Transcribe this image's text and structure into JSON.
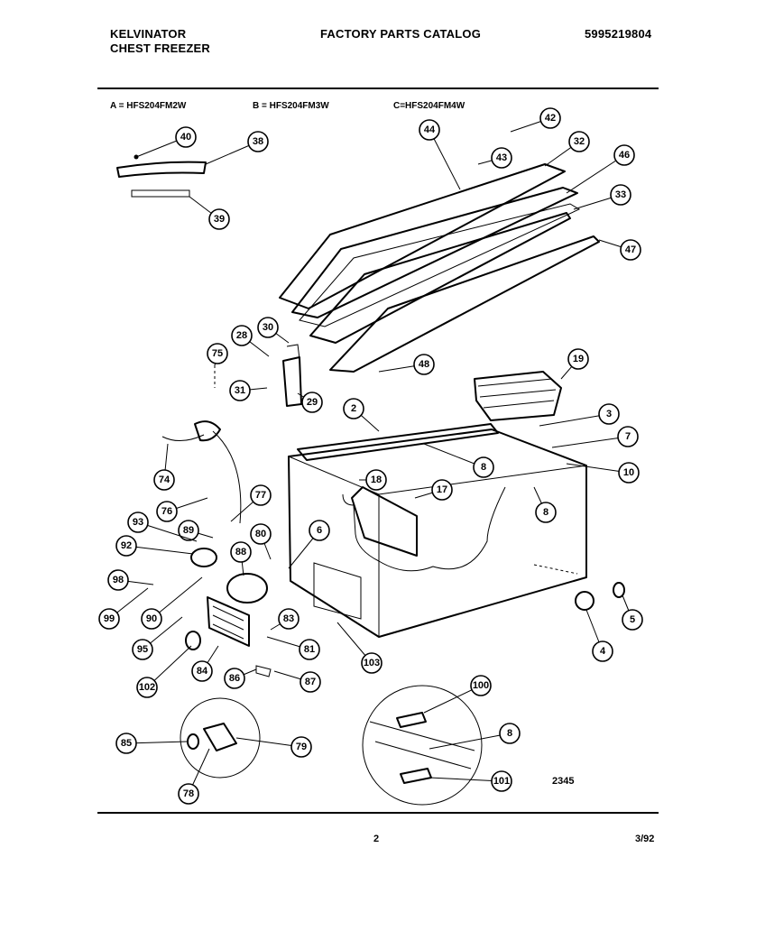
{
  "header": {
    "brand": "KELVINATOR",
    "product": "CHEST FREEZER",
    "catalog_title": "FACTORY PARTS CATALOG",
    "catalog_number": "5995219804"
  },
  "models": {
    "a": "A = HFS204FM2W",
    "b": "B = HFS204FM3W",
    "c": "C=HFS204FM4W"
  },
  "drawing_number": "2345",
  "footer": {
    "page_number": "2",
    "date": "3/92"
  },
  "callouts": [
    "40",
    "38",
    "39",
    "44",
    "42",
    "43",
    "32",
    "46",
    "33",
    "47",
    "30",
    "28",
    "75",
    "31",
    "29",
    "48",
    "19",
    "2",
    "3",
    "7",
    "8",
    "10",
    "18",
    "17",
    "8",
    "74",
    "77",
    "76",
    "89",
    "93",
    "92",
    "80",
    "6",
    "88",
    "98",
    "99",
    "90",
    "83",
    "95",
    "81",
    "84",
    "102",
    "86",
    "87",
    "103",
    "100",
    "8",
    "101",
    "85",
    "79",
    "78",
    "4",
    "5"
  ]
}
